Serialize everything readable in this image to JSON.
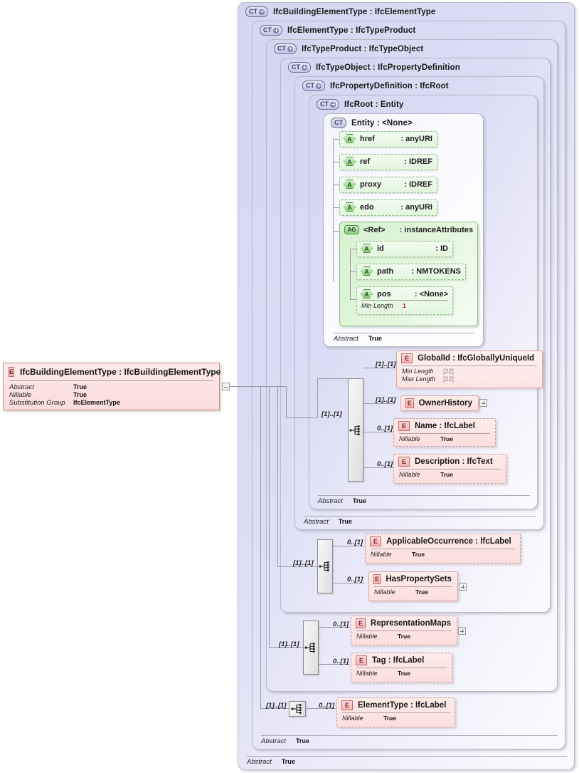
{
  "diagram": {
    "kind": "xsd-schema-diagram",
    "root_element": {
      "badge": "E",
      "title": "IfcBuildingElementType : IfcBuildingElementType",
      "facets": [
        {
          "key": "Abstract",
          "value": "True"
        },
        {
          "key": "Nillable",
          "value": "True"
        },
        {
          "key": "Substitution Group",
          "value": "IfcElementType"
        }
      ],
      "collapse_icon": "minus-icon"
    },
    "containers": [
      {
        "badge": "CT",
        "expandable": true,
        "title": "IfcBuildingElementType : IfcElementType",
        "footer": {
          "key": "Abstract",
          "value": "True"
        }
      },
      {
        "badge": "CT",
        "expandable": true,
        "title": "IfcElementType : IfcTypeProduct",
        "footer": {
          "key": "Abstract",
          "value": "True"
        }
      },
      {
        "badge": "CT",
        "expandable": true,
        "title": "IfcTypeProduct : IfcTypeObject",
        "footer": null
      },
      {
        "badge": "CT",
        "expandable": true,
        "title": "IfcTypeObject : IfcPropertyDefinition",
        "footer": null
      },
      {
        "badge": "CT",
        "expandable": true,
        "title": "IfcPropertyDefinition : IfcRoot",
        "footer": {
          "key": "Abstract",
          "value": "True"
        }
      },
      {
        "badge": "CT",
        "expandable": true,
        "title": "IfcRoot   : Entity",
        "footer": {
          "key": "Abstract",
          "value": "True"
        }
      },
      {
        "badge": "CT",
        "expandable": false,
        "title": "Entity     : <None>",
        "footer": {
          "key": "Abstract",
          "value": "True"
        }
      }
    ],
    "attributes": [
      {
        "badge": "A",
        "name": "href",
        "type": ": anyURI"
      },
      {
        "badge": "A",
        "name": "ref",
        "type": ": IDREF"
      },
      {
        "badge": "A",
        "name": "proxy",
        "type": ": IDREF"
      },
      {
        "badge": "A",
        "name": "edo",
        "type": ": anyURI"
      }
    ],
    "attribute_group": {
      "badge": "AG",
      "name": "<Ref>",
      "type": ": instanceAttributes",
      "attributes": [
        {
          "badge": "A",
          "name": "id",
          "type": ": ID",
          "facets": []
        },
        {
          "badge": "A",
          "name": "path",
          "type": ": NMTOKENS",
          "facets": []
        },
        {
          "badge": "A",
          "name": "pos",
          "type": ": <None>",
          "facets": [
            {
              "key": "Min Length",
              "value": "1",
              "style": "red"
            }
          ]
        }
      ]
    },
    "sequences": [
      {
        "name": "ifcroot-sequence",
        "cardinality": "[1]..[1]",
        "elements": [
          {
            "badge": "E",
            "name": "GlobalId : IfcGloballyUniqueId",
            "cardinality": "[1]..[1]",
            "dashed": false,
            "expander": null,
            "facets": [
              {
                "key": "Min Length",
                "value": "[22]",
                "style": "grey"
              },
              {
                "key": "Max Length",
                "value": "[22]",
                "style": "grey"
              }
            ]
          },
          {
            "badge": "E",
            "name": "OwnerHistory",
            "cardinality": "[1]..[1]",
            "dashed": false,
            "expander": "plus-icon",
            "facets": []
          },
          {
            "badge": "E",
            "name": "Name        : IfcLabel",
            "cardinality": "0..[1]",
            "dashed": true,
            "expander": null,
            "facets": [
              {
                "key": "Nillable",
                "value": "True",
                "style": "normal"
              }
            ]
          },
          {
            "badge": "E",
            "name": "Description : IfcText",
            "cardinality": "0..[1]",
            "dashed": true,
            "expander": null,
            "facets": [
              {
                "key": "Nillable",
                "value": "True",
                "style": "normal"
              }
            ]
          }
        ]
      },
      {
        "name": "ifctypeobject-sequence",
        "cardinality": "[1]..[1]",
        "elements": [
          {
            "badge": "E",
            "name": "ApplicableOccurrence : IfcLabel",
            "cardinality": "0..[1]",
            "dashed": true,
            "expander": null,
            "facets": [
              {
                "key": "Nillable",
                "value": "True",
                "style": "normal"
              }
            ]
          },
          {
            "badge": "E",
            "name": "HasPropertySets",
            "cardinality": "0..[1]",
            "dashed": false,
            "expander": "plus-icon",
            "facets": [
              {
                "key": "Nillable",
                "value": "True",
                "style": "normal"
              }
            ]
          }
        ]
      },
      {
        "name": "ifctypeproduct-sequence",
        "cardinality": "[1]..[1]",
        "elements": [
          {
            "badge": "E",
            "name": "RepresentationMaps",
            "cardinality": "0..[1]",
            "dashed": true,
            "expander": "plus-icon",
            "facets": [
              {
                "key": "Nillable",
                "value": "True",
                "style": "normal"
              }
            ]
          },
          {
            "badge": "E",
            "name": "Tag         : IfcLabel",
            "cardinality": "0..[1]",
            "dashed": true,
            "expander": null,
            "facets": [
              {
                "key": "Nillable",
                "value": "True",
                "style": "normal"
              }
            ]
          }
        ]
      },
      {
        "name": "ifcelementtype-sequence",
        "cardinality": "[1]..[1]",
        "elements": [
          {
            "badge": "E",
            "name": "ElementType : IfcLabel",
            "cardinality": "0..[1]",
            "dashed": true,
            "expander": null,
            "facets": [
              {
                "key": "Nillable",
                "value": "True",
                "style": "normal"
              }
            ]
          }
        ]
      }
    ],
    "footers": [
      {
        "key": "Abstract",
        "value": "True"
      },
      {
        "key": "Abstract",
        "value": "True"
      }
    ]
  }
}
